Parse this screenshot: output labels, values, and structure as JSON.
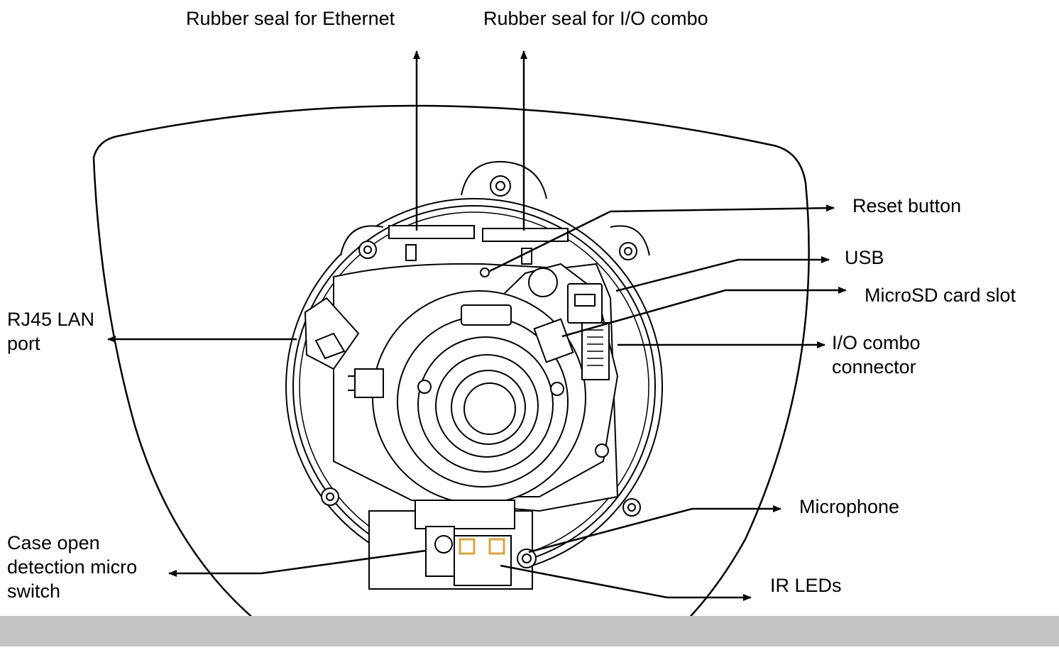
{
  "diagram": {
    "colors": {
      "line": "#000000",
      "background": "#ffffff",
      "bottom_bar": "#c4c4c4",
      "led_accent": "#d9a441"
    },
    "labels": {
      "rubber_seal_ethernet": "Rubber seal for Ethernet",
      "rubber_seal_io": "Rubber seal for I/O combo",
      "reset_button": "Reset button",
      "usb": "USB",
      "microsd": "MicroSD card slot",
      "io_combo_line1": "I/O combo",
      "io_combo_line2": "connector",
      "rj45_line1": "RJ45 LAN",
      "rj45_line2": "port",
      "microphone": "Microphone",
      "case_open_line1": "Case open",
      "case_open_line2": "detection micro",
      "case_open_line3": "switch",
      "ir_leds": "IR LEDs"
    }
  }
}
